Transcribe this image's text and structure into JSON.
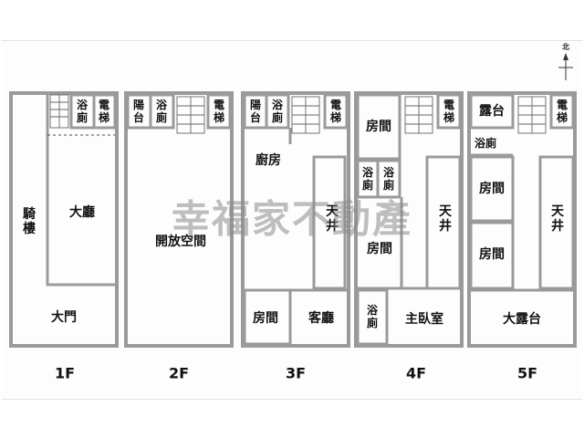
{
  "watermark": "幸福家不動產",
  "compass": {
    "label": "北",
    "icon": "north-arrow-icon"
  },
  "floors": [
    {
      "floor_label": "1F",
      "rooms": {
        "balcony_arcade": "騎\n樓",
        "living_hall": "大廳",
        "main_gate": "大門",
        "bath": "浴\n廁",
        "elevator": "電\n梯"
      }
    },
    {
      "floor_label": "2F",
      "rooms": {
        "balcony": "陽\n台",
        "bath": "浴\n廁",
        "elevator": "電\n梯",
        "open_space": "開放空間"
      }
    },
    {
      "floor_label": "3F",
      "rooms": {
        "balcony": "陽\n台",
        "bath": "浴\n廁",
        "elevator": "電\n梯",
        "kitchen": "廚房",
        "skywell": "天\n井",
        "room": "房間",
        "living_room": "客廳"
      }
    },
    {
      "floor_label": "4F",
      "rooms": {
        "room_top": "房間",
        "elevator": "電\n梯",
        "bath_a": "浴\n廁",
        "bath_b": "浴\n廁",
        "skywell": "天\n井",
        "room_mid": "房間",
        "bath_c": "浴\n廁",
        "master_bedroom": "主臥室"
      }
    },
    {
      "floor_label": "5F",
      "rooms": {
        "terrace_small": "露台",
        "elevator": "電\n梯",
        "bath": "浴廁",
        "room_a": "房間",
        "room_b": "房間",
        "skywell": "天\n井",
        "big_terrace": "大露台"
      }
    }
  ]
}
